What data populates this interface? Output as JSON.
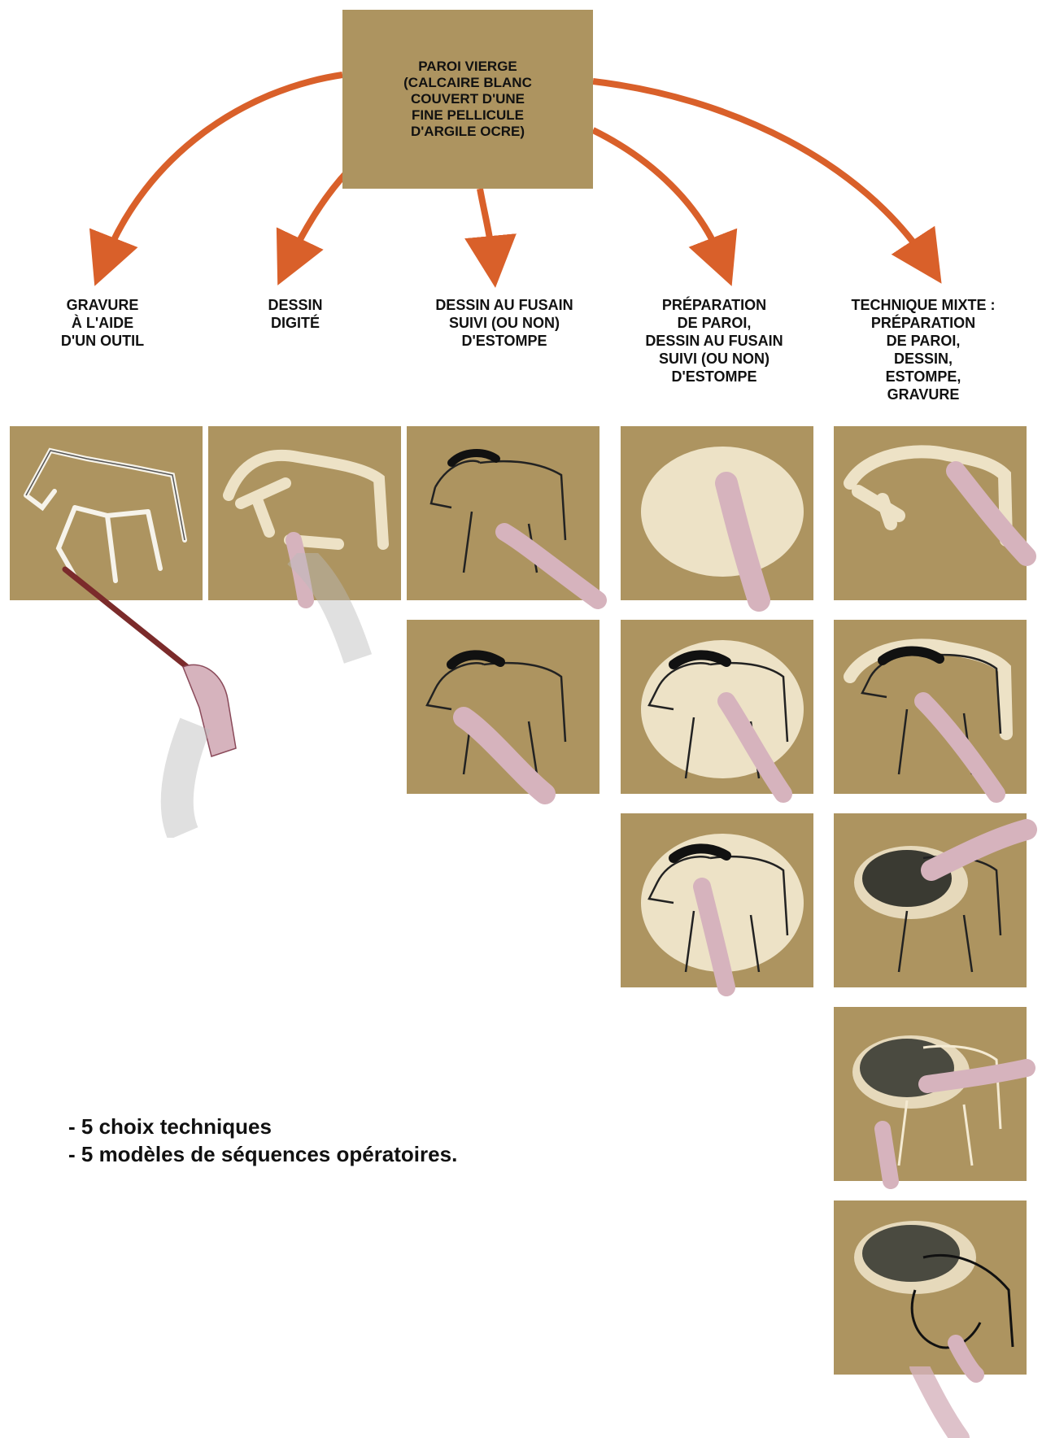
{
  "root": {
    "lines": "PAROI VIERGE\n(CALCAIRE BLANC\nCOUVERT D'UNE\nFINE PELLICULE\nD'ARGILE OCRE)"
  },
  "techniques": [
    {
      "label": "GRAVURE\nÀ L'AIDE\nD'UN OUTIL",
      "steps": [
        "engraving"
      ]
    },
    {
      "label": "DESSIN\nDIGITÉ",
      "steps": [
        "finger-drawing"
      ]
    },
    {
      "label": "DESSIN AU FUSAIN\nSUIVI (OU NON)\nD'ESTOMPE",
      "steps": [
        "charcoal-drawing",
        "charcoal-stumping"
      ]
    },
    {
      "label": "PRÉPARATION\nDE PAROI,\nDESSIN AU FUSAIN\nSUIVI (OU NON)\nD'ESTOMPE",
      "steps": [
        "wall-preparation",
        "charcoal-drawing",
        "charcoal-stumping"
      ]
    },
    {
      "label": "TECHNIQUE MIXTE :\nPRÉPARATION\nDE PAROI,\nDESSIN,\nESTOMPE,\nGRAVURE",
      "steps": [
        "wall-preparation",
        "drawing",
        "stumping",
        "engraving",
        "finished-lion-and-horse"
      ]
    }
  ],
  "summary": {
    "line1": "- 5 choix techniques",
    "line2": "- 5 modèles de séquences opératoires."
  },
  "colors": {
    "ochre": "#ad9460",
    "arrow": "#d9602a",
    "text": "#111111",
    "chalk": "#f4ead2"
  }
}
